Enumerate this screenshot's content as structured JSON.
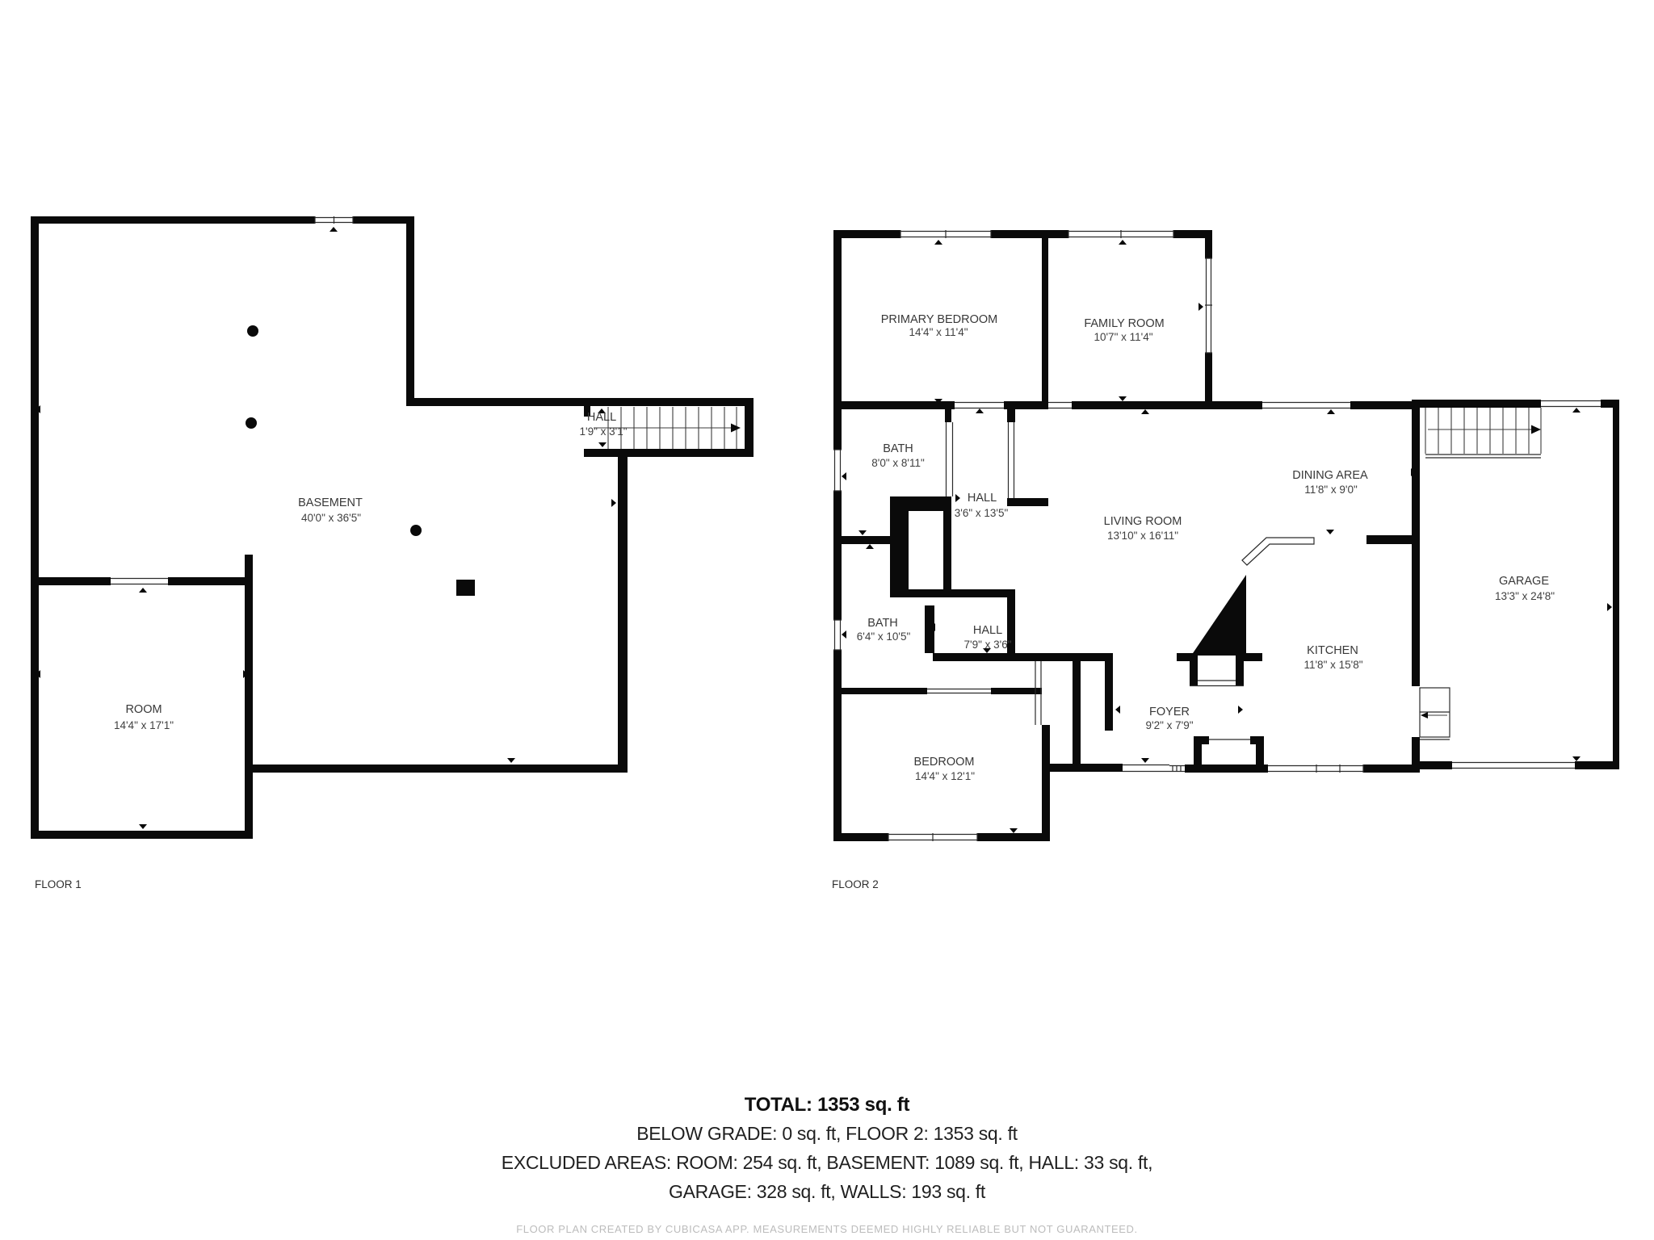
{
  "floor1": {
    "label": "FLOOR 1",
    "rooms": [
      {
        "name": "BASEMENT",
        "dims": "40'0\" x 36'5\""
      },
      {
        "name": "ROOM",
        "dims": "14'4\" x 17'1\""
      },
      {
        "name": "HALL",
        "dims": "1'9\" x 3'1\""
      }
    ]
  },
  "floor2": {
    "label": "FLOOR 2",
    "rooms": [
      {
        "name": "PRIMARY BEDROOM",
        "dims": "14'4\" x 11'4\""
      },
      {
        "name": "FAMILY ROOM",
        "dims": "10'7\" x 11'4\""
      },
      {
        "name": "BATH",
        "dims": "8'0\" x 8'11\""
      },
      {
        "name": "HALL",
        "dims": "3'6\" x 13'5\""
      },
      {
        "name": "LIVING ROOM",
        "dims": "13'10\" x 16'11\""
      },
      {
        "name": "DINING AREA",
        "dims": "11'8\" x 9'0\""
      },
      {
        "name": "BATH",
        "dims": "6'4\" x 10'5\""
      },
      {
        "name": "HALL",
        "dims": "7'9\" x 3'6\""
      },
      {
        "name": "KITCHEN",
        "dims": "11'8\" x 15'8\""
      },
      {
        "name": "FOYER",
        "dims": "9'2\" x 7'9\""
      },
      {
        "name": "BEDROOM",
        "dims": "14'4\" x 12'1\""
      },
      {
        "name": "GARAGE",
        "dims": "13'3\" x 24'8\""
      }
    ]
  },
  "summary": {
    "total": "TOTAL: 1353 sq. ft",
    "line2": "BELOW GRADE: 0 sq. ft, FLOOR 2: 1353 sq. ft",
    "line3": "EXCLUDED AREAS: ROOM: 254 sq. ft, BASEMENT: 1089 sq. ft, HALL: 33 sq. ft,",
    "line4": "GARAGE: 328 sq. ft, WALLS: 193 sq. ft"
  },
  "footer": "FLOOR PLAN CREATED BY CUBICASA APP. MEASUREMENTS DEEMED HIGHLY RELIABLE BUT NOT GUARANTEED.",
  "colors": {
    "wall": "#0a0a0a",
    "room_text": "#3a3a3a",
    "summary_text": "#1f1f1f",
    "footer_text": "#bcbcbc",
    "background": "#ffffff"
  }
}
